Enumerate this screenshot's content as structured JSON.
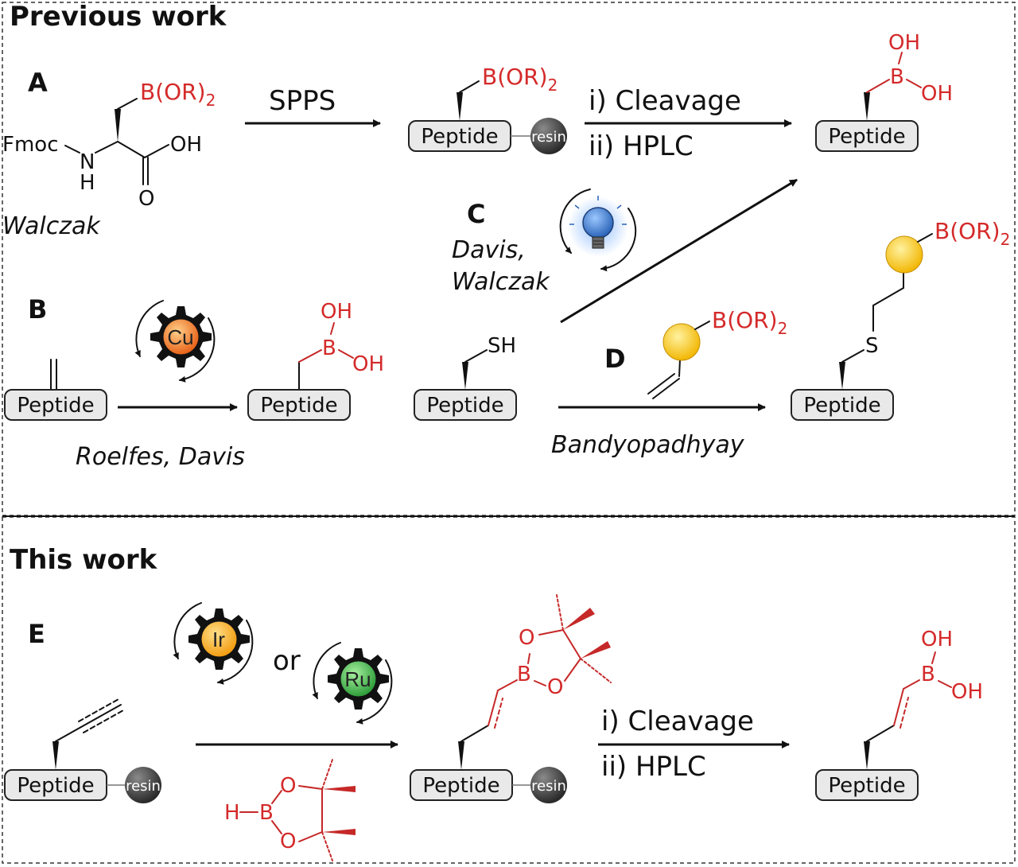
{
  "headings": {
    "previous": "Previous work",
    "this_work": "This work"
  },
  "panels": {
    "a": "A",
    "b": "B",
    "c": "C",
    "d": "D",
    "e": "E"
  },
  "authors": {
    "a": "Walczak",
    "b": "Roelfes, Davis",
    "c_line1": "Davis,",
    "c_line2": "Walczak",
    "d": "Bandyopadhyay"
  },
  "peptide_label": "Peptide",
  "resin_label": "resin",
  "reagents": {
    "spps": "SPPS",
    "cleavage": "i) Cleavage",
    "hplc": "ii) HPLC",
    "or": "or"
  },
  "catalysts": {
    "cu": "Cu",
    "ir": "Ir",
    "ru": "Ru"
  },
  "atoms": {
    "boronate": "B(OR)",
    "subscript_2": "2",
    "fmoc": "Fmoc",
    "n": "N",
    "h": "H",
    "oh": "OH",
    "o": "O",
    "b": "B",
    "sh": "SH",
    "s": "S",
    "hb_h": "H",
    "hb_b": "B"
  },
  "colors": {
    "boron_red": "#d42a2a",
    "copper_orange": "#f07a1a",
    "iridium_amber": "#f2a51c",
    "ruthenium_green": "#39b54a",
    "tag_yellow": "#f6c20c",
    "bulb_blue": "#3d7fd4",
    "resin_gray": "#444444"
  },
  "icons": [
    "gear-icon",
    "light-bulb-icon",
    "resin-bead-icon",
    "tag-bead-icon"
  ]
}
